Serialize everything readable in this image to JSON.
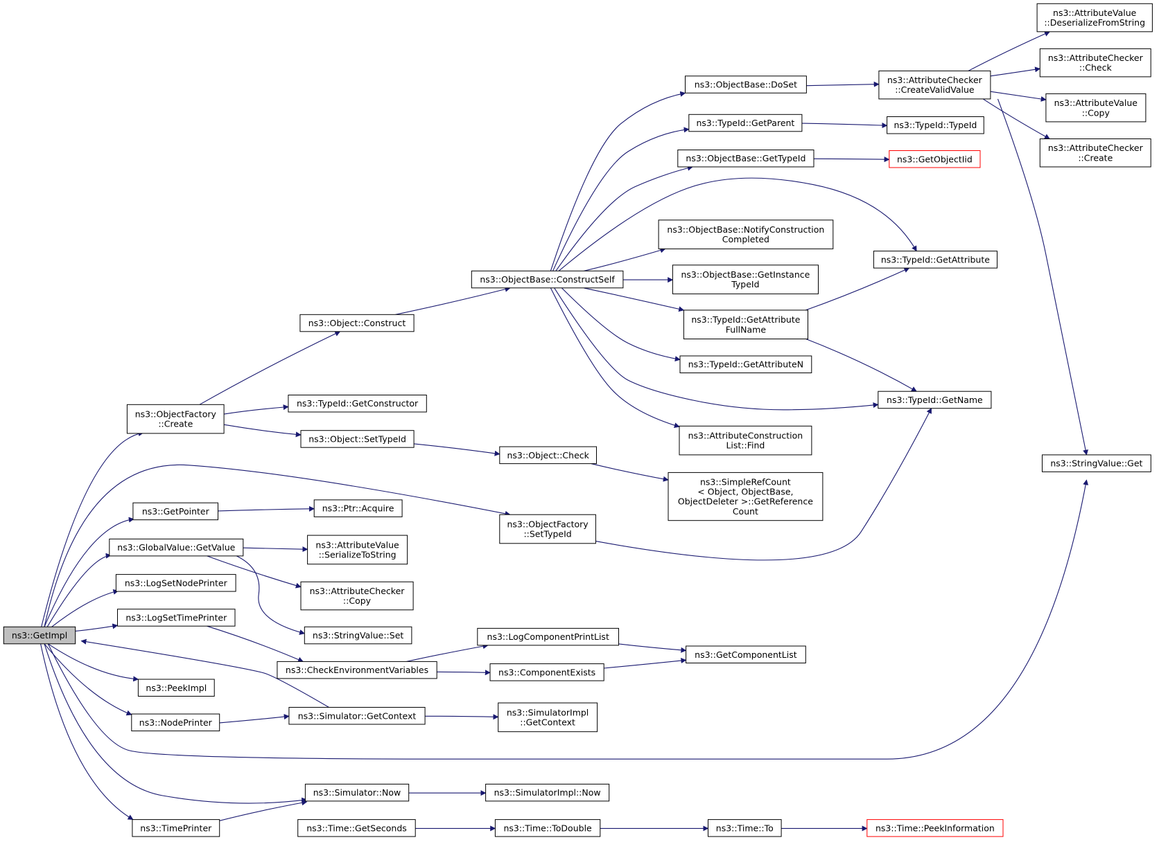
{
  "nodes": {
    "get_impl": {
      "lines": [
        "ns3::GetImpl"
      ]
    },
    "object_factory_create": {
      "lines": [
        "ns3::ObjectFactory",
        "::Create"
      ]
    },
    "get_pointer": {
      "lines": [
        "ns3::GetPointer"
      ]
    },
    "global_value_get_value": {
      "lines": [
        "ns3::GlobalValue::GetValue"
      ]
    },
    "log_set_node_printer": {
      "lines": [
        "ns3::LogSetNodePrinter"
      ]
    },
    "log_set_time_printer": {
      "lines": [
        "ns3::LogSetTimePrinter"
      ]
    },
    "peek_impl": {
      "lines": [
        "ns3::PeekImpl"
      ]
    },
    "node_printer": {
      "lines": [
        "ns3::NodePrinter"
      ]
    },
    "time_printer": {
      "lines": [
        "ns3::TimePrinter"
      ]
    },
    "object_construct": {
      "lines": [
        "ns3::Object::Construct"
      ]
    },
    "typeid_get_constructor": {
      "lines": [
        "ns3::TypeId::GetConstructor"
      ]
    },
    "object_set_typeid": {
      "lines": [
        "ns3::Object::SetTypeId"
      ]
    },
    "ptr_acquire": {
      "lines": [
        "ns3::Ptr::Acquire"
      ]
    },
    "attribute_value_serialize": {
      "lines": [
        "ns3::AttributeValue",
        "::SerializeToString"
      ]
    },
    "attribute_checker_copy": {
      "lines": [
        "ns3::AttributeChecker",
        "::Copy"
      ]
    },
    "string_value_set": {
      "lines": [
        "ns3::StringValue::Set"
      ]
    },
    "check_environment_variables": {
      "lines": [
        "ns3::CheckEnvironmentVariables"
      ]
    },
    "simulator_get_context": {
      "lines": [
        "ns3::Simulator::GetContext"
      ]
    },
    "simulator_now": {
      "lines": [
        "ns3::Simulator::Now"
      ]
    },
    "time_get_seconds": {
      "lines": [
        "ns3::Time::GetSeconds"
      ]
    },
    "object_base_construct_self": {
      "lines": [
        "ns3::ObjectBase::ConstructSelf"
      ]
    },
    "object_check": {
      "lines": [
        "ns3::Object::Check"
      ]
    },
    "object_factory_set_typeid": {
      "lines": [
        "ns3::ObjectFactory",
        "::SetTypeId"
      ]
    },
    "log_component_print_list": {
      "lines": [
        "ns3::LogComponentPrintList"
      ]
    },
    "component_exists": {
      "lines": [
        "ns3::ComponentExists"
      ]
    },
    "simulator_impl_get_context": {
      "lines": [
        "ns3::SimulatorImpl",
        "::GetContext"
      ]
    },
    "simulator_impl_now": {
      "lines": [
        "ns3::SimulatorImpl::Now"
      ]
    },
    "time_to_double": {
      "lines": [
        "ns3::Time::ToDouble"
      ]
    },
    "object_base_do_set": {
      "lines": [
        "ns3::ObjectBase::DoSet"
      ]
    },
    "typeid_get_parent": {
      "lines": [
        "ns3::TypeId::GetParent"
      ]
    },
    "object_base_get_typeid": {
      "lines": [
        "ns3::ObjectBase::GetTypeId"
      ]
    },
    "object_base_notify_construction": {
      "lines": [
        "ns3::ObjectBase::NotifyConstruction",
        "Completed"
      ]
    },
    "object_base_get_instance_typeid": {
      "lines": [
        "ns3::ObjectBase::GetInstance",
        "TypeId"
      ]
    },
    "typeid_get_attribute_full_name": {
      "lines": [
        "ns3::TypeId::GetAttribute",
        "FullName"
      ]
    },
    "typeid_get_attribute_n": {
      "lines": [
        "ns3::TypeId::GetAttributeN"
      ]
    },
    "attribute_construction_list_find": {
      "lines": [
        "ns3::AttributeConstruction",
        "List::Find"
      ]
    },
    "simple_ref_count": {
      "lines": [
        "ns3::SimpleRefCount",
        "< Object, ObjectBase,",
        "ObjectDeleter >::GetReference",
        "Count"
      ]
    },
    "get_component_list": {
      "lines": [
        "ns3::GetComponentList"
      ]
    },
    "time_to": {
      "lines": [
        "ns3::Time::To"
      ]
    },
    "attribute_checker_create_valid_value": {
      "lines": [
        "ns3::AttributeChecker",
        "::CreateValidValue"
      ]
    },
    "typeid_typeid": {
      "lines": [
        "ns3::TypeId::TypeId"
      ]
    },
    "get_object_iid": {
      "lines": [
        "ns3::GetObjectIid"
      ]
    },
    "typeid_get_attribute": {
      "lines": [
        "ns3::TypeId::GetAttribute"
      ]
    },
    "typeid_get_name": {
      "lines": [
        "ns3::TypeId::GetName"
      ]
    },
    "time_peek_information": {
      "lines": [
        "ns3::Time::PeekInformation"
      ]
    },
    "attribute_value_deserialize": {
      "lines": [
        "ns3::AttributeValue",
        "::DeserializeFromString"
      ]
    },
    "attribute_checker_check": {
      "lines": [
        "ns3::AttributeChecker",
        "::Check"
      ]
    },
    "attribute_value_copy": {
      "lines": [
        "ns3::AttributeValue",
        "::Copy"
      ]
    },
    "attribute_checker_create": {
      "lines": [
        "ns3::AttributeChecker",
        "::Create"
      ]
    },
    "string_value_get": {
      "lines": [
        "ns3::StringValue::Get"
      ]
    }
  },
  "colors": {
    "edge": "#191970",
    "root_fill": "#bfbfbf",
    "missing_border": "#ff0000"
  }
}
